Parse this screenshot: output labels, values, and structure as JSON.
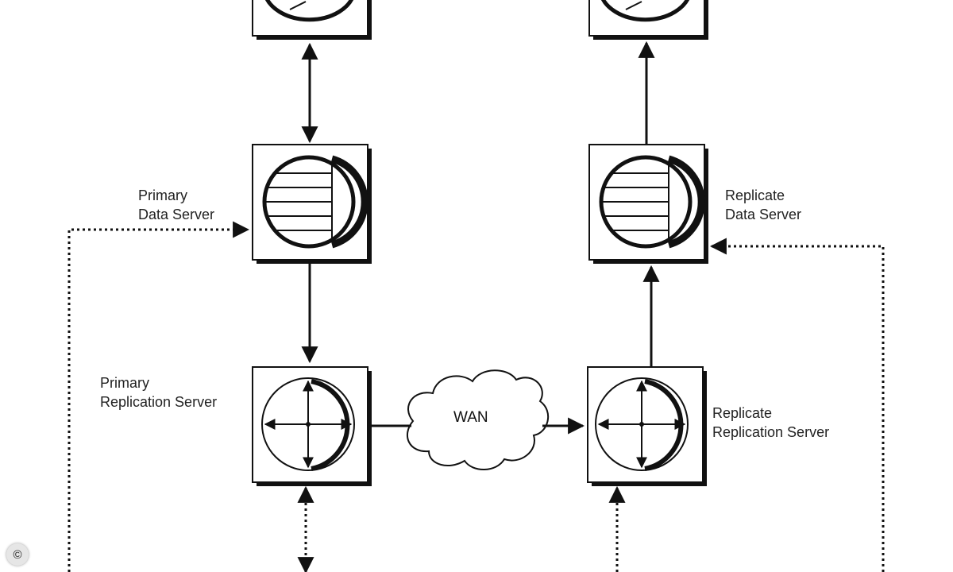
{
  "labels": {
    "primary_data_server": [
      "Primary",
      "Data Server"
    ],
    "replicate_data_server": [
      "Replicate",
      "Data Server"
    ],
    "primary_replication_server": [
      "Primary",
      "Replication Server"
    ],
    "replicate_replication_server": [
      "Replicate",
      "Replication Server"
    ],
    "wan": "WAN"
  },
  "copyright_mark": "©",
  "colors": {
    "stroke": "#111111",
    "background": "#ffffff"
  }
}
